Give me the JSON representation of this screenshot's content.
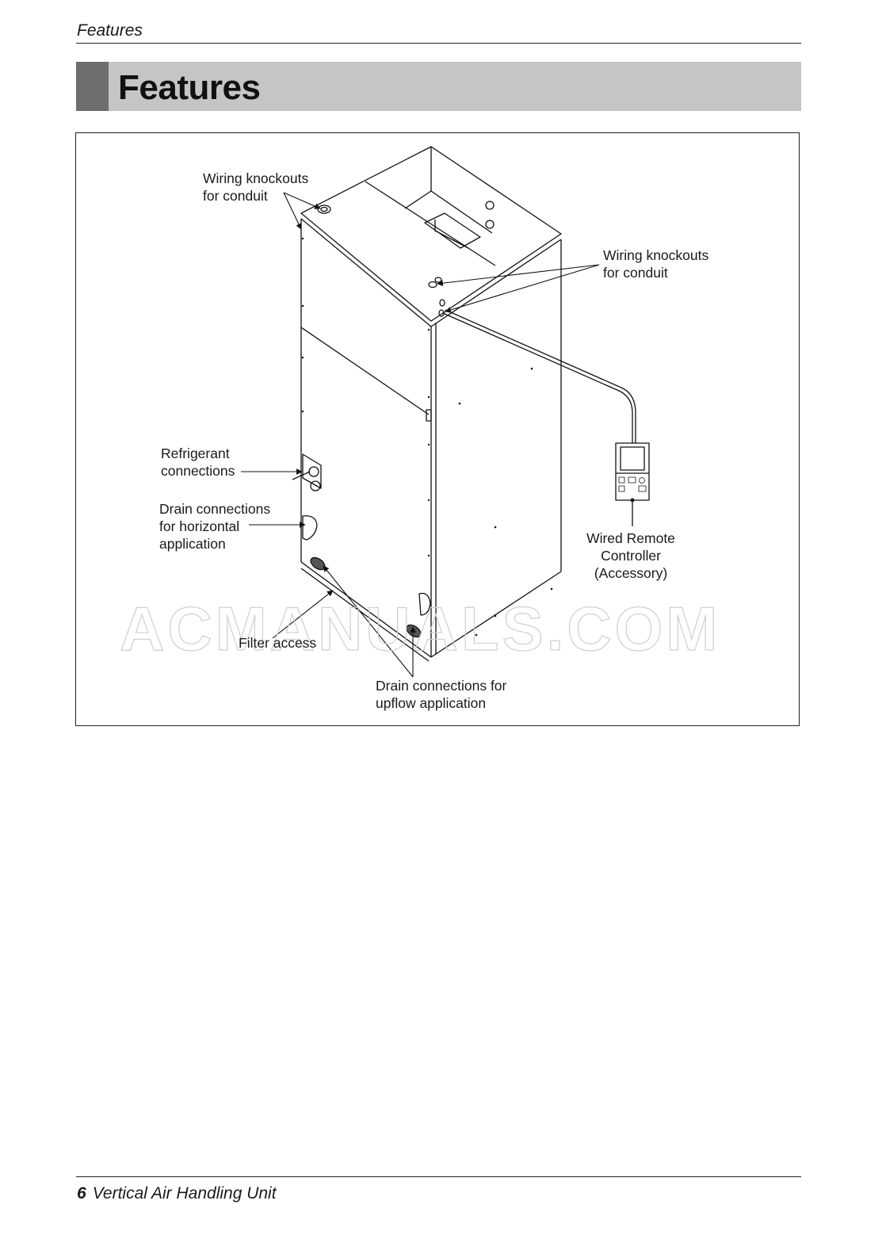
{
  "header": {
    "running_title": "Features"
  },
  "section": {
    "title": "Features",
    "colors": {
      "bar": "#c5c5c5",
      "accent": "#6e6e6c"
    }
  },
  "figure": {
    "callouts": {
      "wiring_top_left": [
        "Wiring knockouts",
        "for conduit"
      ],
      "wiring_right": [
        "Wiring knockouts",
        "for conduit"
      ],
      "refrigerant": [
        "Refrigerant",
        "connections"
      ],
      "drain_horizontal": [
        "Drain connections",
        "for horizontal",
        "application"
      ],
      "remote": [
        "Wired Remote",
        "Controller",
        "(Accessory)"
      ],
      "filter": [
        "Filter access"
      ],
      "drain_upflow": [
        "Drain connections for",
        "upflow application"
      ]
    },
    "watermark": "ACMANUALS.COM"
  },
  "footer": {
    "page_number": "6",
    "document_title": "Vertical Air Handling Unit"
  }
}
